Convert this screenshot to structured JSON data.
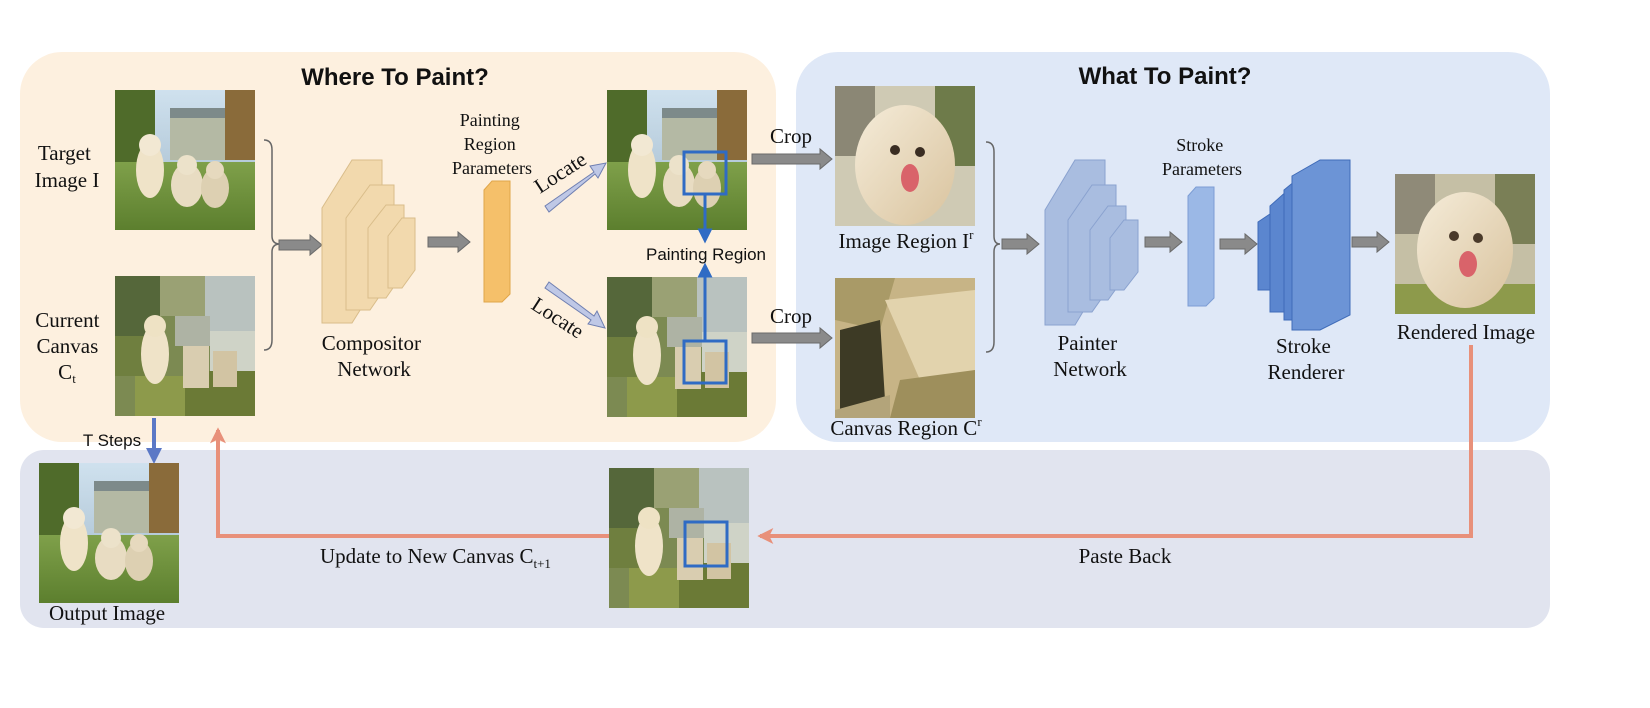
{
  "panels": {
    "where": {
      "title": "Where To Paint?"
    },
    "what": {
      "title": "What To Paint?"
    }
  },
  "inputs": {
    "target": {
      "line1": "Target",
      "line2": "Image I"
    },
    "canvas": {
      "line1": "Current",
      "line2": "Canvas",
      "line3": "C",
      "line3_sub": "t"
    }
  },
  "compositor": {
    "line1": "Compositor",
    "line2": "Network"
  },
  "region_params": {
    "line1": "Painting",
    "line2": "Region",
    "line3": "Parameters"
  },
  "locate_label": "Locate",
  "painting_region_label": "Painting Region",
  "crop_label": "Crop",
  "image_region": {
    "text": "Image Region I",
    "sup": "r"
  },
  "canvas_region": {
    "text": "Canvas Region C",
    "sup": "r"
  },
  "painter": {
    "line1": "Painter",
    "line2": "Network"
  },
  "stroke_params": {
    "line1": "Stroke",
    "line2": "Parameters"
  },
  "stroke_renderer": {
    "line1": "Stroke",
    "line2": "Renderer"
  },
  "rendered_image_label": "Rendered Image",
  "t_steps_label": "T Steps",
  "output_image_label": "Output Image",
  "update": {
    "text": "Update to New Canvas C",
    "sub": "t+1"
  },
  "paste_back_label": "Paste Back",
  "colors": {
    "where_bg": "#fdf0df",
    "what_bg": "#dfe8f7",
    "bottom_bg": "#e1e4ef",
    "compositor_layers": "#f2d9ad",
    "region_param_bar": "#f5c06a",
    "painter_layers": "#a9bde0",
    "renderer_layers": "#5b86cf",
    "stroke_param_bar": "#9bb8e6",
    "flow_arrow": "#8a8a8a",
    "highlight_box": "#2f6bc4",
    "feedback_arrow": "#e8907a"
  }
}
